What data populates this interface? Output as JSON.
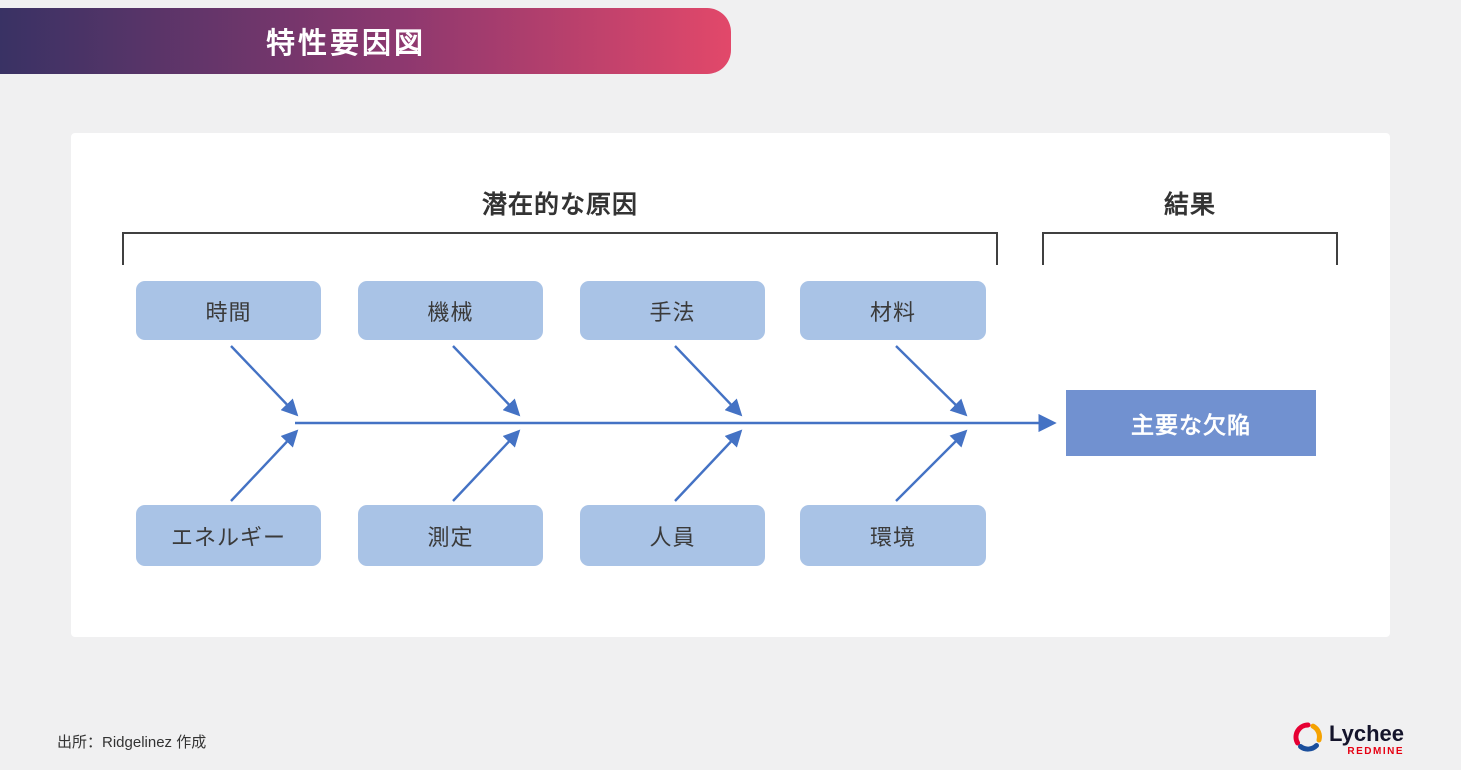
{
  "header": {
    "title": "特性要因図"
  },
  "diagram": {
    "causes_label": "潜在的な原因",
    "result_label": "結果",
    "top_causes": [
      "時間",
      "機械",
      "手法",
      "材料"
    ],
    "bottom_causes": [
      "エネルギー",
      "測定",
      "人員",
      "環境"
    ],
    "result_box": "主要な欠陥",
    "colors": {
      "cause_box_fill": "#a9c3e6",
      "arrow": "#4472c4",
      "result_fill": "#7191d0",
      "bracket": "#404040",
      "header_gradient_start": "#393264",
      "header_gradient_end": "#e2486a"
    }
  },
  "footer": {
    "source": "出所：Ridgelinez 作成",
    "logo": {
      "name": "Lychee",
      "sub": "REDMINE",
      "icon": "lychee-ring-icon"
    }
  }
}
